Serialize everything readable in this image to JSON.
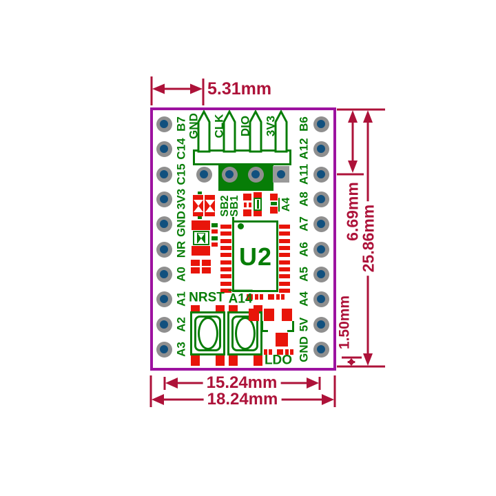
{
  "pcb": {
    "left_pin_labels": [
      "B7",
      "C14",
      "C15",
      "3V3",
      "GND",
      "NR",
      "A0",
      "A1",
      "A2",
      "A3"
    ],
    "right_pin_labels": [
      "B6",
      "A12",
      "A11",
      "A8",
      "A7",
      "A6",
      "A5",
      "A4",
      "5V",
      "GND"
    ],
    "header_pin_labels": [
      "GND",
      "CLK",
      "DIO",
      "3V3"
    ],
    "ic": {
      "designator": "U2"
    },
    "solder_bridge_labels": [
      "SB2",
      "SB1"
    ],
    "jumper_label": "A4",
    "reset_button_label": "NRST",
    "user_button_label": "A14",
    "regulator_label": "LDO"
  },
  "dimensions": {
    "header_pin_offset": "5.31mm",
    "swd_row_offset": "6.69mm",
    "board_height": "25.86mm",
    "bottom_pin_margin": "1.50mm",
    "pin_columns_span": "15.24mm",
    "board_width": "18.24mm"
  },
  "colors": {
    "board_outline": "#9d12a0",
    "silkscreen_green": "#077d07",
    "pad_red": "#e8150a",
    "dimension_red": "#ad1239",
    "hole_ring_gray": "#8f8f8f",
    "hole_center_blue": "#11507e",
    "square_pad_gray": "#9a9a9a"
  }
}
